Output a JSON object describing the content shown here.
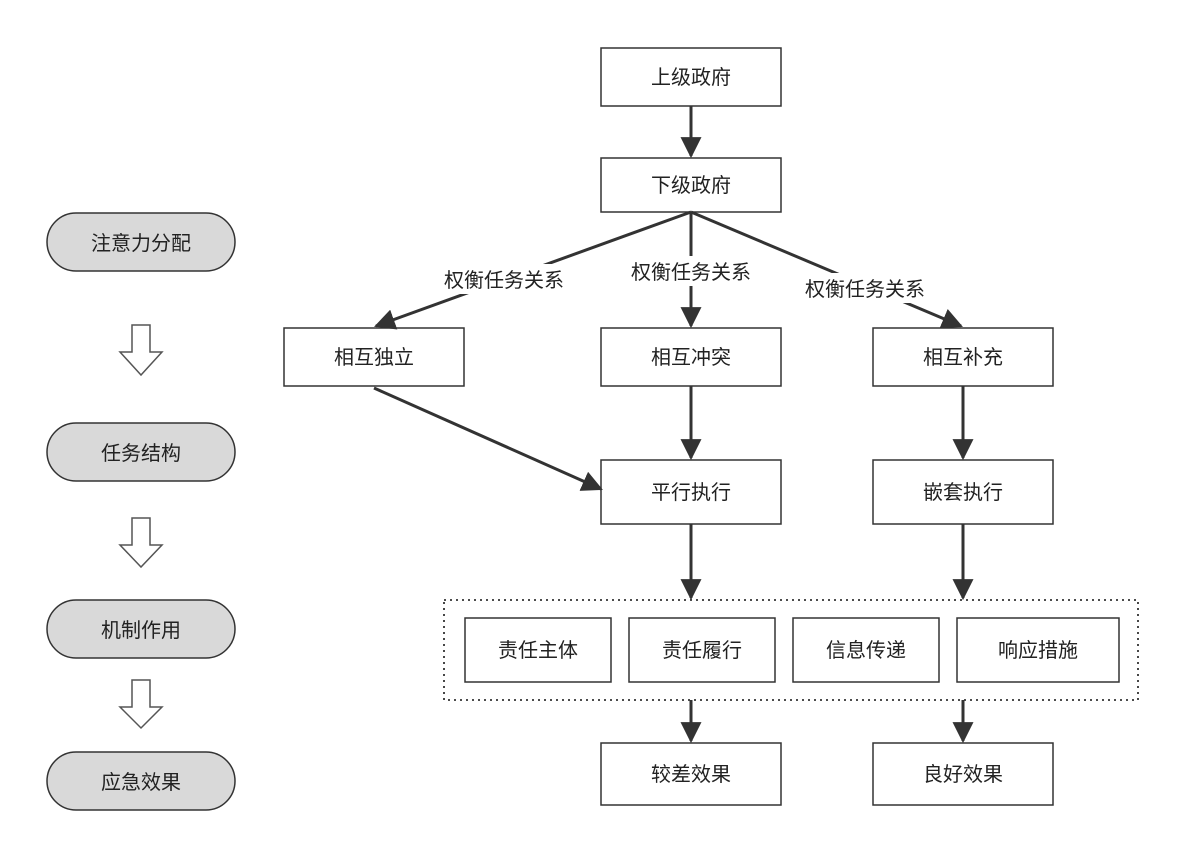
{
  "side_flow": [
    {
      "label": "注意力分配"
    },
    {
      "label": "任务结构"
    },
    {
      "label": "机制作用"
    },
    {
      "label": "应急效果"
    }
  ],
  "nodes": {
    "upper_gov": "上级政府",
    "lower_gov": "下级政府",
    "independent": "相互独立",
    "conflict": "相互冲突",
    "complement": "相互补充",
    "parallel_exec": "平行执行",
    "nested_exec": "嵌套执行",
    "responsible_subject": "责任主体",
    "responsibility_fulfill": "责任履行",
    "info_transfer": "信息传递",
    "response_measures": "响应措施",
    "poor_effect": "较差效果",
    "good_effect": "良好效果"
  },
  "edge_labels": {
    "left": "权衡任务关系",
    "middle": "权衡任务关系",
    "right": "权衡任务关系"
  },
  "colors": {
    "stroke": "#333333",
    "pill_fill": "#d9d9d9",
    "box_fill": "#ffffff"
  }
}
